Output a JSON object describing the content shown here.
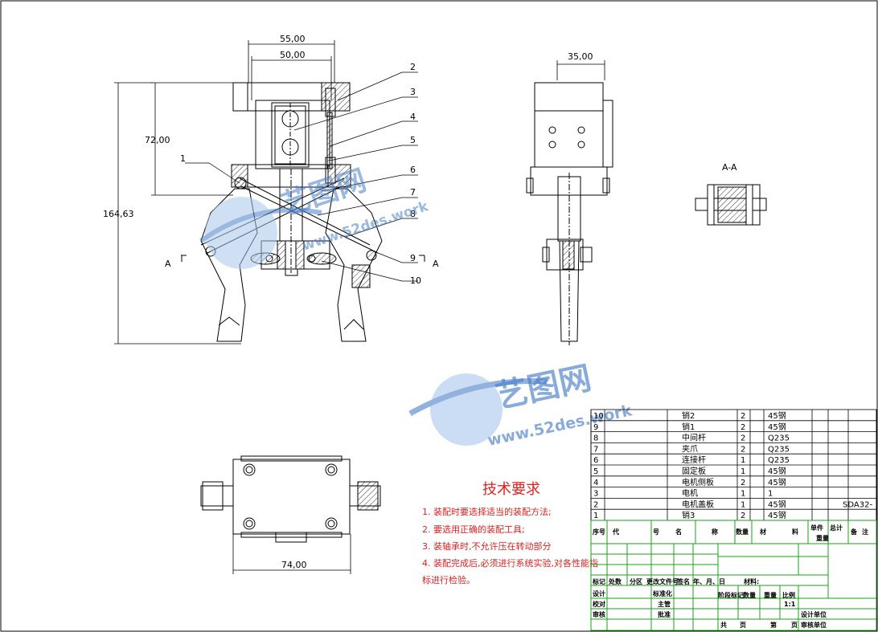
{
  "dimensions": {
    "w55": "55,00",
    "w50": "50,00",
    "h72": "72,00",
    "h164": "164,63",
    "w35": "35,00",
    "w74": "74,00"
  },
  "views": {
    "section_label": "A-A",
    "cut_left": "A",
    "cut_right": "A"
  },
  "leaders": [
    "1",
    "2",
    "3",
    "4",
    "5",
    "6",
    "7",
    "8",
    "9",
    "10"
  ],
  "watermark": {
    "name": "艺图网",
    "url": "www.52des.work"
  },
  "tech_requirements": {
    "title": "技术要求",
    "items": [
      "1. 装配时要选择适当的装配方法;",
      "2. 要选用正确的装配工具;",
      "3. 装轴承时,不允许压在转动部分",
      "4. 装配完成后,必须进行系统实验,对各性能指",
      "标进行检验。"
    ]
  },
  "bom": {
    "rows": [
      {
        "no": "10",
        "name": "销2",
        "qty": "2",
        "material": "45钢",
        "note": ""
      },
      {
        "no": "9",
        "name": "销1",
        "qty": "2",
        "material": "45钢",
        "note": ""
      },
      {
        "no": "8",
        "name": "中间杆",
        "qty": "2",
        "material": "Q235",
        "note": ""
      },
      {
        "no": "7",
        "name": "夹爪",
        "qty": "2",
        "material": "Q235",
        "note": ""
      },
      {
        "no": "6",
        "name": "连接杆",
        "qty": "1",
        "material": "Q235",
        "note": ""
      },
      {
        "no": "5",
        "name": "固定板",
        "qty": "1",
        "material": "45钢",
        "note": ""
      },
      {
        "no": "4",
        "name": "电机侧板",
        "qty": "2",
        "material": "45钢",
        "note": ""
      },
      {
        "no": "3",
        "name": "电机",
        "qty": "1",
        "material": "1",
        "note": ""
      },
      {
        "no": "2",
        "name": "电机盖板",
        "qty": "1",
        "material": "45钢",
        "note": "SDA32-"
      },
      {
        "no": "1",
        "name": "销3",
        "qty": "2",
        "material": "45钢",
        "note": ""
      }
    ],
    "header": [
      "序号",
      "代",
      "号",
      "名",
      "称",
      "数量",
      "材",
      "料",
      "单件",
      "总计",
      "备",
      "注"
    ],
    "header_sub": [
      "重量"
    ]
  },
  "title_block": {
    "row1": [
      "标记",
      "处数",
      "分区",
      "更改文件号",
      "签名",
      "年、月、日",
      "材料:"
    ],
    "row2": [
      "设计",
      "标准化",
      "阶段标记",
      "数量",
      "重量",
      "比例"
    ],
    "row3": [
      "校对",
      "主管",
      "1:1",
      "设计单位"
    ],
    "row4": [
      "审核",
      "批准",
      "共",
      "页",
      "第",
      "页",
      "审核单位"
    ]
  }
}
